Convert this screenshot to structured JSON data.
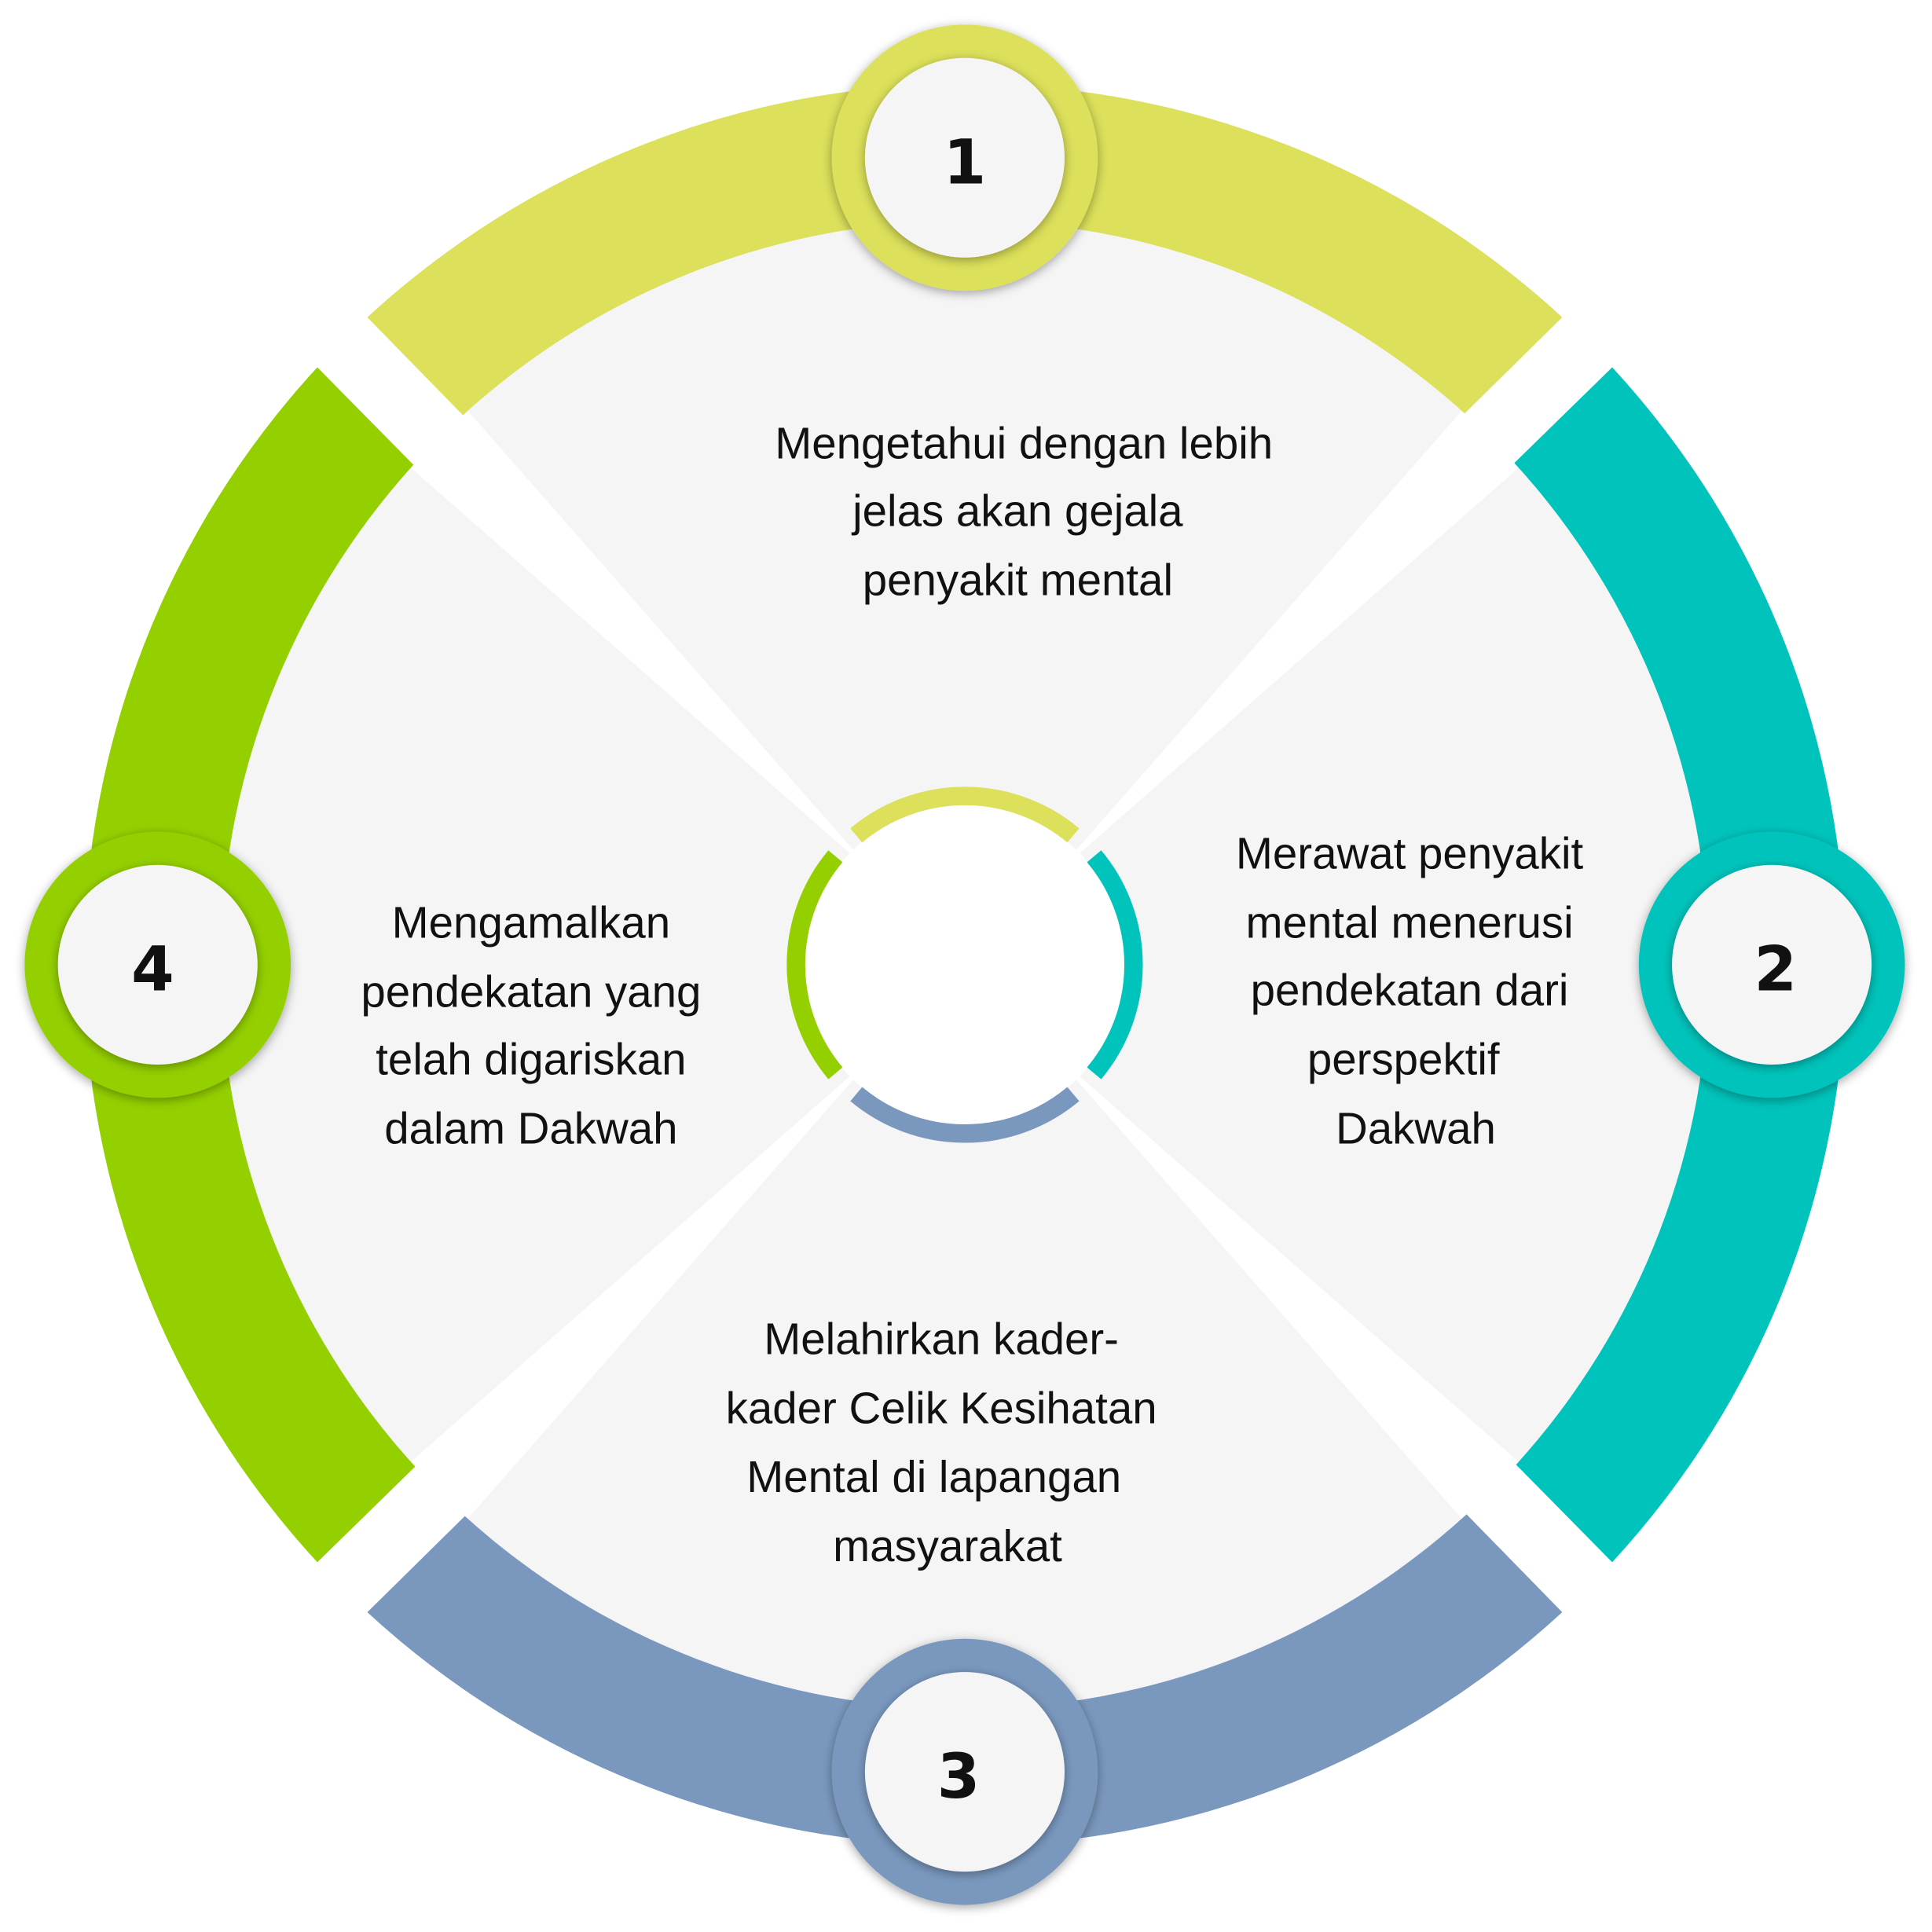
{
  "colors": {
    "step1": "#DCE05A",
    "step2": "#00C4BB",
    "step3": "#7A98BE",
    "step4": "#94D000",
    "sector": "#F5F5F5"
  },
  "steps": [
    {
      "number": "1",
      "lines": [
        "Mengetahui dengan lebih",
        "jelas akan gejala",
        "penyakit mental"
      ]
    },
    {
      "number": "2",
      "lines": [
        "Merawat penyakit",
        "mental menerusi",
        "pendekatan dari",
        "perspektif",
        "Dakwah"
      ]
    },
    {
      "number": "3",
      "lines": [
        "Melahirkan kader-",
        "kader Celik Kesihatan",
        "Mental di lapangan",
        "masyarakat"
      ]
    },
    {
      "number": "4",
      "lines": [
        "Mengamalkan",
        "pendekatan yang",
        "telah digariskan",
        "dalam Dakwah"
      ]
    }
  ]
}
